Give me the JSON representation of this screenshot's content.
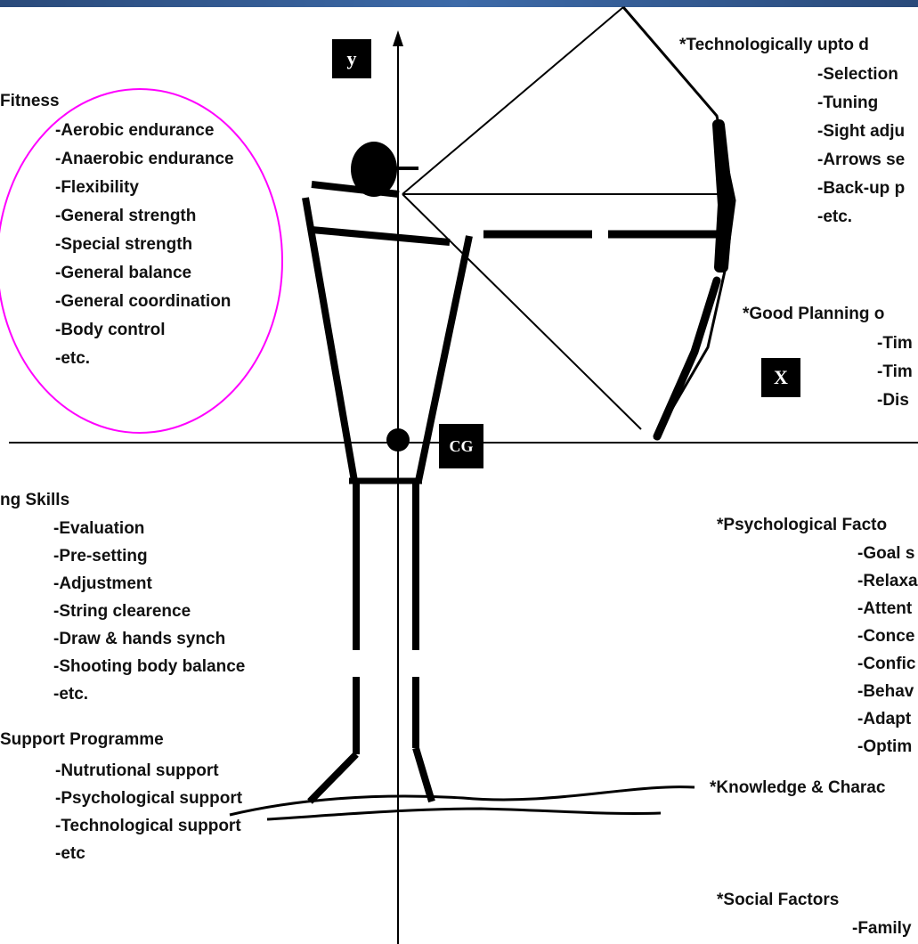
{
  "axis_labels": {
    "y": "y",
    "x": "X",
    "cg": "CG"
  },
  "colors": {
    "ink": "#000000",
    "ellipse": "#ff00ff",
    "topbar": "#2d5288"
  },
  "fitness": {
    "heading": "Fitness",
    "items": [
      "-Aerobic endurance",
      "-Anaerobic endurance",
      "-Flexibility",
      "-General strength",
      "-Special strength",
      "-General  balance",
      "-General coordination",
      "-Body control",
      "-etc."
    ]
  },
  "technological": {
    "heading": "*Technologically upto d",
    "items": [
      "-Selection",
      "-Tuning",
      "-Sight adju",
      "-Arrows se",
      "-Back-up p",
      "-etc."
    ]
  },
  "planning": {
    "heading": "*Good Planning o",
    "items": [
      "-Tim",
      "-Tim",
      "-Dis"
    ]
  },
  "skills": {
    "heading": "ng Skills",
    "items": [
      "-Evaluation",
      "-Pre-setting",
      "-Adjustment",
      "-String clearence",
      "-Draw & hands synch",
      "-Shooting body balance",
      "-etc."
    ]
  },
  "psychological": {
    "heading": "*Psychological Facto",
    "items": [
      "-Goal s",
      "-Relaxa",
      "-Attent",
      "-Conce",
      "-Confic",
      "-Behav",
      "-Adapt",
      "-Optim"
    ]
  },
  "support": {
    "heading": "Support Programme",
    "items": [
      "-Nutrutional support",
      "-Psychological support",
      "-Technological support",
      "-etc"
    ]
  },
  "knowledge": {
    "heading": "*Knowledge & Charac"
  },
  "social": {
    "heading": "*Social Factors",
    "items": [
      "-Family"
    ]
  }
}
